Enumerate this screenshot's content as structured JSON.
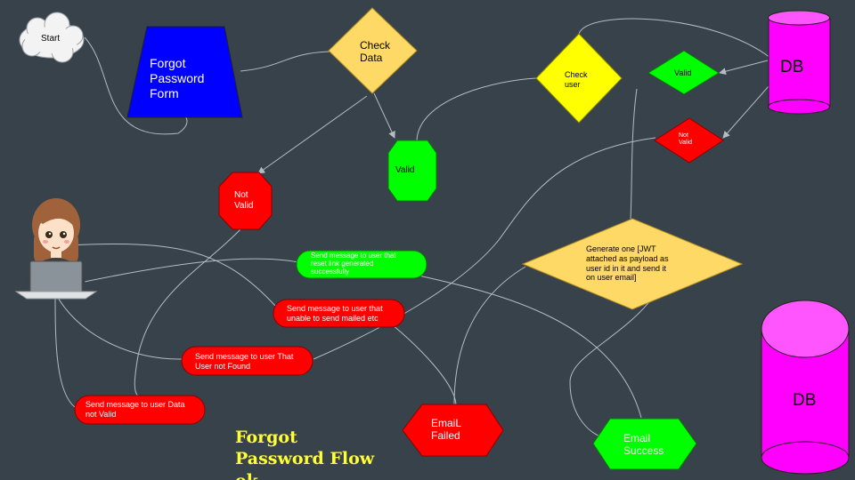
{
  "nodes": {
    "start": "Start",
    "forgot_form": "Forgot\nPassword\nForm",
    "check_data": "Check\nData",
    "valid_data": "Valid",
    "not_valid": "Not\nValid",
    "check_user": "Check\nuser",
    "user_valid": "Valid",
    "user_not_valid": "Not\nValid",
    "db_top": "DB",
    "db_bottom": "DB",
    "generate": "Generate one [JWT\nattached as payload as\nuser id in it and send it\non user email]",
    "email_failed": "EmaiL\nFailed",
    "email_success": "Email\nSuccess",
    "msg_link_generated": "Send message to user that\nreset link generated\nsuccessfully",
    "msg_unable_send": "Send message to user that\nunable to send mailed etc",
    "msg_user_not_found": "Send message to user That\nUser not Found",
    "msg_data_not_valid": "Send message to user Data\nnot Valid"
  },
  "caption": "Forgot\nPassword Flow\nok",
  "colors": {
    "background": "#37424b",
    "connector": "#b5bcc2",
    "blue": "#0000ff",
    "orange": "#ffd966",
    "yellow": "#ffff00",
    "green": "#00ff00",
    "red": "#ff0000",
    "magenta": "#ff00ff",
    "cloud": "#f3f3f3",
    "caption": "#ffff33"
  },
  "icons": {
    "user": "user-with-laptop-icon"
  }
}
